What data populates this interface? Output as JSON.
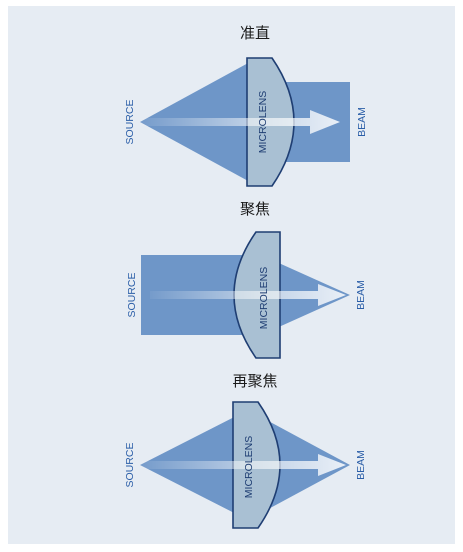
{
  "diagram": {
    "background_color": "#e6ecf3",
    "beam_color": "#6e96c8",
    "lens_fill": "#a9c0d3",
    "lens_stroke": "#1f3e73",
    "panels": [
      {
        "title": "准直",
        "source_label": "SOURCE",
        "lens_label": "MICROLENS",
        "beam_label": "BEAM"
      },
      {
        "title": "聚焦",
        "source_label": "SOURCE",
        "lens_label": "MICROLENS",
        "beam_label": "BEAM"
      },
      {
        "title": "再聚焦",
        "source_label": "SOURCE",
        "lens_label": "MICROLENS",
        "beam_label": "BEAM"
      }
    ]
  }
}
